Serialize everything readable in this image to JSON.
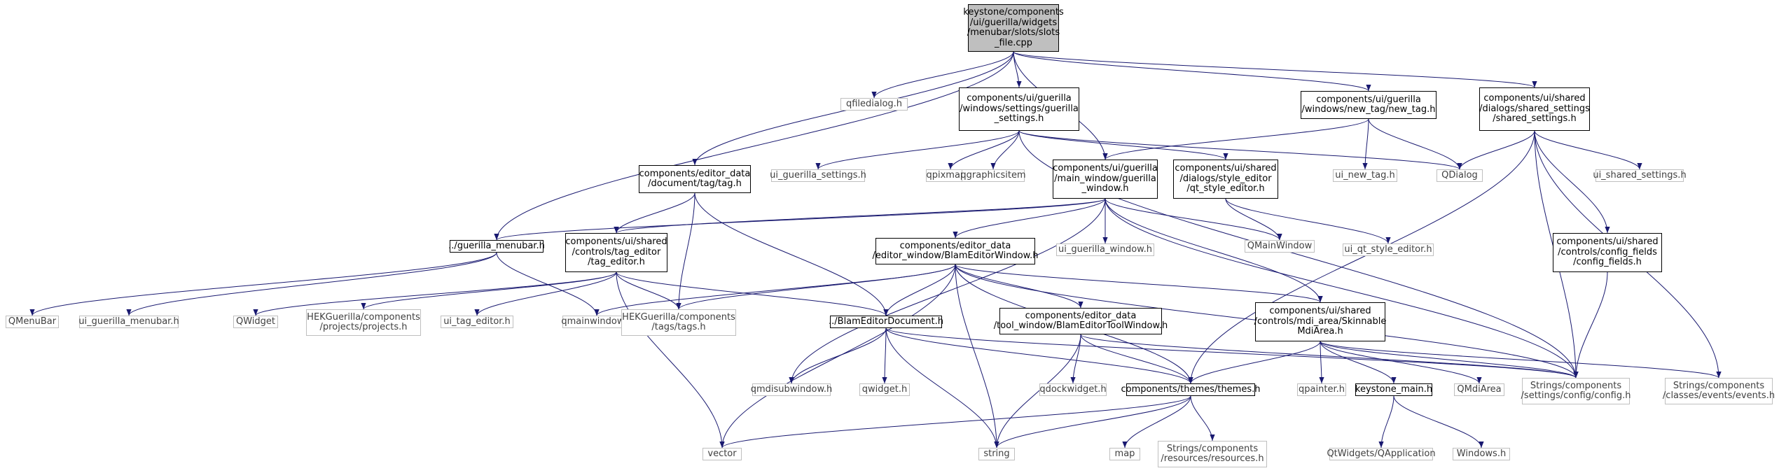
{
  "graph": {
    "colors": {
      "edge": "#191970",
      "node_border": "#000000",
      "external_border": "#bfbfbf",
      "root_fill": "#bfbfbf"
    },
    "nodes": [
      {
        "id": "root",
        "label": "keystone/components\n/ui/guerilla/widgets\n/menubar/slots/slots\n_file.cpp",
        "kind": "root"
      },
      {
        "id": "qfiledialog",
        "label": "qfiledialog.h",
        "kind": "external"
      },
      {
        "id": "guerilla_settings",
        "label": "components/ui/guerilla\n/windows/settings/guerilla\n_settings.h",
        "kind": "file"
      },
      {
        "id": "new_tag",
        "label": "components/ui/guerilla\n/windows/new_tag/new_tag.h",
        "kind": "file"
      },
      {
        "id": "shared_settings",
        "label": "components/ui/shared\n/dialogs/shared_settings\n/shared_settings.h",
        "kind": "file"
      },
      {
        "id": "tag_h",
        "label": "components/editor_data\n/document/tag/tag.h",
        "kind": "file"
      },
      {
        "id": "ui_guerilla_settings",
        "label": "ui_guerilla_settings.h",
        "kind": "external"
      },
      {
        "id": "qpixmap",
        "label": "qpixmap.h",
        "kind": "external"
      },
      {
        "id": "qgraphicsitem",
        "label": "qgraphicsitem",
        "kind": "external"
      },
      {
        "id": "guerilla_window",
        "label": "components/ui/guerilla\n/main_window/guerilla\n_window.h",
        "kind": "file"
      },
      {
        "id": "style_editor",
        "label": "components/ui/shared\n/dialogs/style_editor\n/qt_style_editor.h",
        "kind": "file"
      },
      {
        "id": "ui_new_tag",
        "label": "ui_new_tag.h",
        "kind": "external"
      },
      {
        "id": "qdialog",
        "label": "QDialog",
        "kind": "external"
      },
      {
        "id": "ui_shared_settings",
        "label": "ui_shared_settings.h",
        "kind": "external"
      },
      {
        "id": "guerilla_menubar",
        "label": "../guerilla_menubar.h",
        "kind": "file"
      },
      {
        "id": "tag_editor",
        "label": "components/ui/shared\n/controls/tag_editor\n/tag_editor.h",
        "kind": "file"
      },
      {
        "id": "blam_editor_window",
        "label": "components/editor_data\n/editor_window/BlamEditorWindow.h",
        "kind": "file"
      },
      {
        "id": "ui_guerilla_window",
        "label": "ui_guerilla_window.h",
        "kind": "external"
      },
      {
        "id": "qmainwindow_cls",
        "label": "QMainWindow",
        "kind": "external"
      },
      {
        "id": "ui_qt_style_editor",
        "label": "ui_qt_style_editor.h",
        "kind": "external"
      },
      {
        "id": "config_fields",
        "label": "components/ui/shared\n/controls/config_fields\n/config_fields.h",
        "kind": "file"
      },
      {
        "id": "qmenubar",
        "label": "QMenuBar",
        "kind": "external"
      },
      {
        "id": "ui_guerilla_menubar",
        "label": "ui_guerilla_menubar.h",
        "kind": "external"
      },
      {
        "id": "qwidget_cls",
        "label": "QWidget",
        "kind": "external"
      },
      {
        "id": "projects",
        "label": "HEKGuerilla/components\n/projects/projects.h",
        "kind": "external"
      },
      {
        "id": "ui_tag_editor",
        "label": "ui_tag_editor.h",
        "kind": "external"
      },
      {
        "id": "qmainwindow_h",
        "label": "qmainwindow.h",
        "kind": "external"
      },
      {
        "id": "tags",
        "label": "HEKGuerilla/components\n/tags/tags.h",
        "kind": "external"
      },
      {
        "id": "blam_editor_document",
        "label": "../BlamEditorDocument.h",
        "kind": "file"
      },
      {
        "id": "tool_window",
        "label": "components/editor_data\n/tool_window/BlamEditorToolWindow.h",
        "kind": "file"
      },
      {
        "id": "mdi_area",
        "label": "components/ui/shared\n/controls/mdi_area/Skinnable\nMdiArea.h",
        "kind": "file"
      },
      {
        "id": "qmdisubwindow",
        "label": "qmdisubwindow.h",
        "kind": "external"
      },
      {
        "id": "qwidget_h",
        "label": "qwidget.h",
        "kind": "external"
      },
      {
        "id": "qdockwidget",
        "label": "qdockwidget.h",
        "kind": "external"
      },
      {
        "id": "themes",
        "label": "components/themes/themes.h",
        "kind": "file"
      },
      {
        "id": "qpainter",
        "label": "qpainter.h",
        "kind": "external"
      },
      {
        "id": "keystone_main",
        "label": "keystone_main.h",
        "kind": "file"
      },
      {
        "id": "qmdiarea",
        "label": "QMdiArea",
        "kind": "external"
      },
      {
        "id": "config_h",
        "label": "Strings/components\n/settings/config/config.h",
        "kind": "external"
      },
      {
        "id": "events_h",
        "label": "Strings/components\n/classes/events/events.h",
        "kind": "external"
      },
      {
        "id": "vector",
        "label": "vector",
        "kind": "external"
      },
      {
        "id": "string",
        "label": "string",
        "kind": "external"
      },
      {
        "id": "map",
        "label": "map",
        "kind": "external"
      },
      {
        "id": "resources",
        "label": "Strings/components\n/resources/resources.h",
        "kind": "external"
      },
      {
        "id": "qapplication",
        "label": "QtWidgets/QApplication",
        "kind": "external"
      },
      {
        "id": "windows_h",
        "label": "Windows.h",
        "kind": "external"
      }
    ],
    "edges": [
      [
        "root",
        "qfiledialog"
      ],
      [
        "root",
        "guerilla_settings"
      ],
      [
        "root",
        "new_tag"
      ],
      [
        "root",
        "shared_settings"
      ],
      [
        "root",
        "tag_h"
      ],
      [
        "root",
        "guerilla_window"
      ],
      [
        "root",
        "guerilla_menubar"
      ],
      [
        "guerilla_settings",
        "ui_guerilla_settings"
      ],
      [
        "guerilla_settings",
        "qpixmap"
      ],
      [
        "guerilla_settings",
        "qgraphicsitem"
      ],
      [
        "guerilla_settings",
        "style_editor"
      ],
      [
        "guerilla_settings",
        "qdialog"
      ],
      [
        "guerilla_settings",
        "config_h"
      ],
      [
        "new_tag",
        "guerilla_window"
      ],
      [
        "new_tag",
        "ui_new_tag"
      ],
      [
        "new_tag",
        "qdialog"
      ],
      [
        "shared_settings",
        "qdialog"
      ],
      [
        "shared_settings",
        "ui_shared_settings"
      ],
      [
        "shared_settings",
        "config_fields"
      ],
      [
        "shared_settings",
        "themes"
      ],
      [
        "shared_settings",
        "config_h"
      ],
      [
        "shared_settings",
        "events_h"
      ],
      [
        "tag_h",
        "tag_editor"
      ],
      [
        "tag_h",
        "tags"
      ],
      [
        "tag_h",
        "blam_editor_document"
      ],
      [
        "guerilla_window",
        "guerilla_menubar"
      ],
      [
        "guerilla_window",
        "tag_editor"
      ],
      [
        "guerilla_window",
        "blam_editor_window"
      ],
      [
        "guerilla_window",
        "ui_guerilla_window"
      ],
      [
        "guerilla_window",
        "qmainwindow_cls"
      ],
      [
        "guerilla_window",
        "qmdisubwindow"
      ],
      [
        "guerilla_window",
        "mdi_area"
      ],
      [
        "guerilla_window",
        "config_h"
      ],
      [
        "style_editor",
        "qmainwindow_cls"
      ],
      [
        "style_editor",
        "ui_qt_style_editor"
      ],
      [
        "config_fields",
        "config_h"
      ],
      [
        "guerilla_menubar",
        "qmenubar"
      ],
      [
        "guerilla_menubar",
        "ui_guerilla_menubar"
      ],
      [
        "guerilla_menubar",
        "qmainwindow_h"
      ],
      [
        "tag_editor",
        "qwidget_cls"
      ],
      [
        "tag_editor",
        "projects"
      ],
      [
        "tag_editor",
        "ui_tag_editor"
      ],
      [
        "tag_editor",
        "tags"
      ],
      [
        "tag_editor",
        "blam_editor_document"
      ],
      [
        "tag_editor",
        "vector"
      ],
      [
        "blam_editor_window",
        "qmainwindow_h"
      ],
      [
        "blam_editor_window",
        "tags"
      ],
      [
        "blam_editor_window",
        "blam_editor_document"
      ],
      [
        "blam_editor_window",
        "tool_window"
      ],
      [
        "blam_editor_window",
        "mdi_area"
      ],
      [
        "blam_editor_window",
        "themes"
      ],
      [
        "blam_editor_window",
        "string"
      ],
      [
        "blam_editor_window",
        "vector"
      ],
      [
        "blam_editor_window",
        "config_h"
      ],
      [
        "blam_editor_document",
        "qmdisubwindow"
      ],
      [
        "blam_editor_document",
        "qwidget_h"
      ],
      [
        "blam_editor_document",
        "themes"
      ],
      [
        "blam_editor_document",
        "string"
      ],
      [
        "blam_editor_document",
        "config_h"
      ],
      [
        "tool_window",
        "qdockwidget"
      ],
      [
        "tool_window",
        "themes"
      ],
      [
        "tool_window",
        "string"
      ],
      [
        "tool_window",
        "config_h"
      ],
      [
        "mdi_area",
        "themes"
      ],
      [
        "mdi_area",
        "qpainter"
      ],
      [
        "mdi_area",
        "keystone_main"
      ],
      [
        "mdi_area",
        "qmdiarea"
      ],
      [
        "mdi_area",
        "config_h"
      ],
      [
        "mdi_area",
        "events_h"
      ],
      [
        "themes",
        "vector"
      ],
      [
        "themes",
        "string"
      ],
      [
        "themes",
        "map"
      ],
      [
        "themes",
        "resources"
      ],
      [
        "keystone_main",
        "qapplication"
      ],
      [
        "keystone_main",
        "windows_h"
      ]
    ]
  }
}
